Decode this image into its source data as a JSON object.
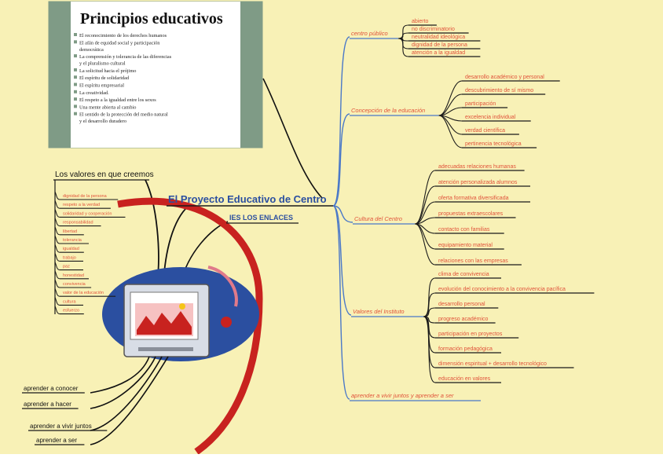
{
  "colors": {
    "background": "#f8f1b6",
    "branch_blue": "#4a78c8",
    "leaf_red": "#e0523a",
    "underline": "#1a1a1a",
    "panel_bg": "#ffffff",
    "panel_border": "#7f9b86",
    "ellipse_blue": "#2b4fa0",
    "swoosh_red": "#c8221f"
  },
  "principles_panel": {
    "title": "Principios educativos",
    "items": [
      "El reconocimiento de los derechos humanos",
      "El afán de equidad social y participación democrática",
      "La comprensión y tolerancia de las diferencias y el pluralismo cultural",
      "La solicitud hacia el prójimo",
      "El espíritu de solidaridad",
      "El espíritu empresarial",
      "La creatividad.",
      "El respeto a la igualdad entre los sexos",
      "Una mente abierta al cambio",
      "El sentido de la protección del medio natural y el desarrollo duradero"
    ]
  },
  "center_node": {
    "label": "El Proyecto Educativo de Centro"
  },
  "links_node": {
    "label": "IES LOS ENLACES"
  },
  "values_title": {
    "label": "Los valores en que creemos"
  },
  "values_list": [
    "dignidad de la persona",
    "respeto a la verdad",
    "solidaridad y cooperación",
    "responsabilidad",
    "libertad",
    "tolerancia",
    "igualdad",
    "trabajo",
    "paz",
    "honestidad",
    "convivencia",
    "valor de la educación",
    "cultura",
    "esfuerzo"
  ],
  "learning_pillars": [
    "aprender a conocer",
    "aprender a hacer",
    "aprender a vivir juntos",
    "aprender a ser"
  ],
  "branches": [
    {
      "label": "centro público",
      "leaves": [
        "abierto",
        "no discriminatorio",
        "neutralidad ideológica",
        "dignidad de la persona",
        "atención a la igualdad"
      ]
    },
    {
      "label": "Concepción de la educación",
      "leaves": [
        "desarrollo académico y personal",
        "descubrimiento de sí mismo",
        "participación",
        "excelencia individual",
        "verdad científica",
        "pertinencia tecnológica"
      ]
    },
    {
      "label": "Cultura del Centro",
      "leaves": [
        "adecuadas relaciones humanas",
        "atención personalizada alumnos",
        "oferta formativa diversificada",
        "propuestas extraescolares",
        "contacto con familias",
        "equipamiento material",
        "relaciones con las empresas"
      ]
    },
    {
      "label": "Valores del Instituto",
      "leaves": [
        "clima de convivencia",
        "evolución del conocimiento a la convivencia pacífica",
        "desarrollo personal",
        "progreso académico",
        "participación en proyectos",
        "formación pedagógica",
        "dimensión espiritual + desarrollo tecnológico",
        "educación en valores"
      ]
    },
    {
      "label": "aprender a vivir juntos y aprender a ser",
      "leaves": []
    }
  ]
}
